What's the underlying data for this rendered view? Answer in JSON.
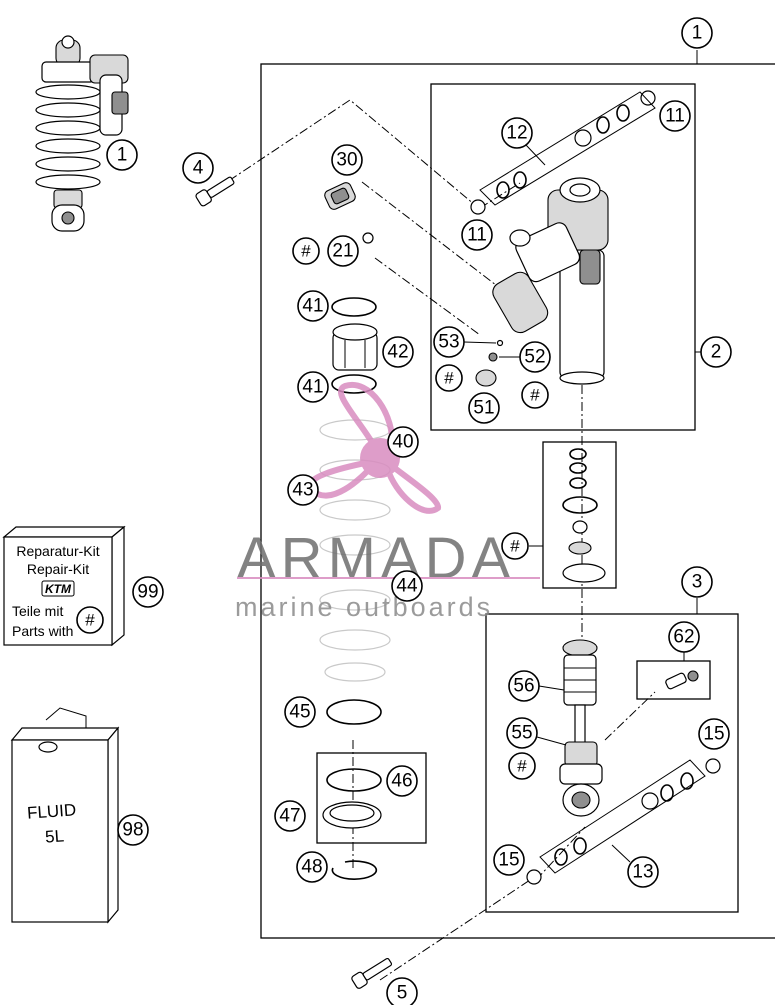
{
  "callouts": {
    "c1_top": "1",
    "c1_left": "1",
    "c2": "2",
    "c3": "3",
    "c4": "4",
    "c5": "5",
    "c11_top": "11",
    "c11_mid": "11",
    "c12": "12",
    "c13": "13",
    "c15_right": "15",
    "c15_left": "15",
    "c21": "21",
    "c30": "30",
    "c40": "40",
    "c41_top": "41",
    "c41_bottom": "41",
    "c42": "42",
    "c43": "43",
    "c44": "44",
    "c45": "45",
    "c46": "46",
    "c47": "47",
    "c48": "48",
    "c51": "51",
    "c52": "52",
    "c53": "53",
    "c55": "55",
    "c56": "56",
    "c62": "62",
    "c98": "98",
    "c99": "99",
    "hash_21": "#",
    "hash_left_51": "#",
    "hash_right_51": "#",
    "hash_mid": "#",
    "hash_55": "#"
  },
  "repair_kit": {
    "line1": "Reparatur-Kit",
    "line2": "Repair-Kit",
    "logo": "KTM",
    "line3": "Teile mit",
    "line4": "Parts with",
    "hash": "#"
  },
  "fluid_can": {
    "line1": "FLUID",
    "line2": "5L"
  },
  "watermark": {
    "title": "ARMADA",
    "subtitle": "marine outboards",
    "logo_color": "#d98cc0",
    "text_color": "#6e6e6e"
  }
}
